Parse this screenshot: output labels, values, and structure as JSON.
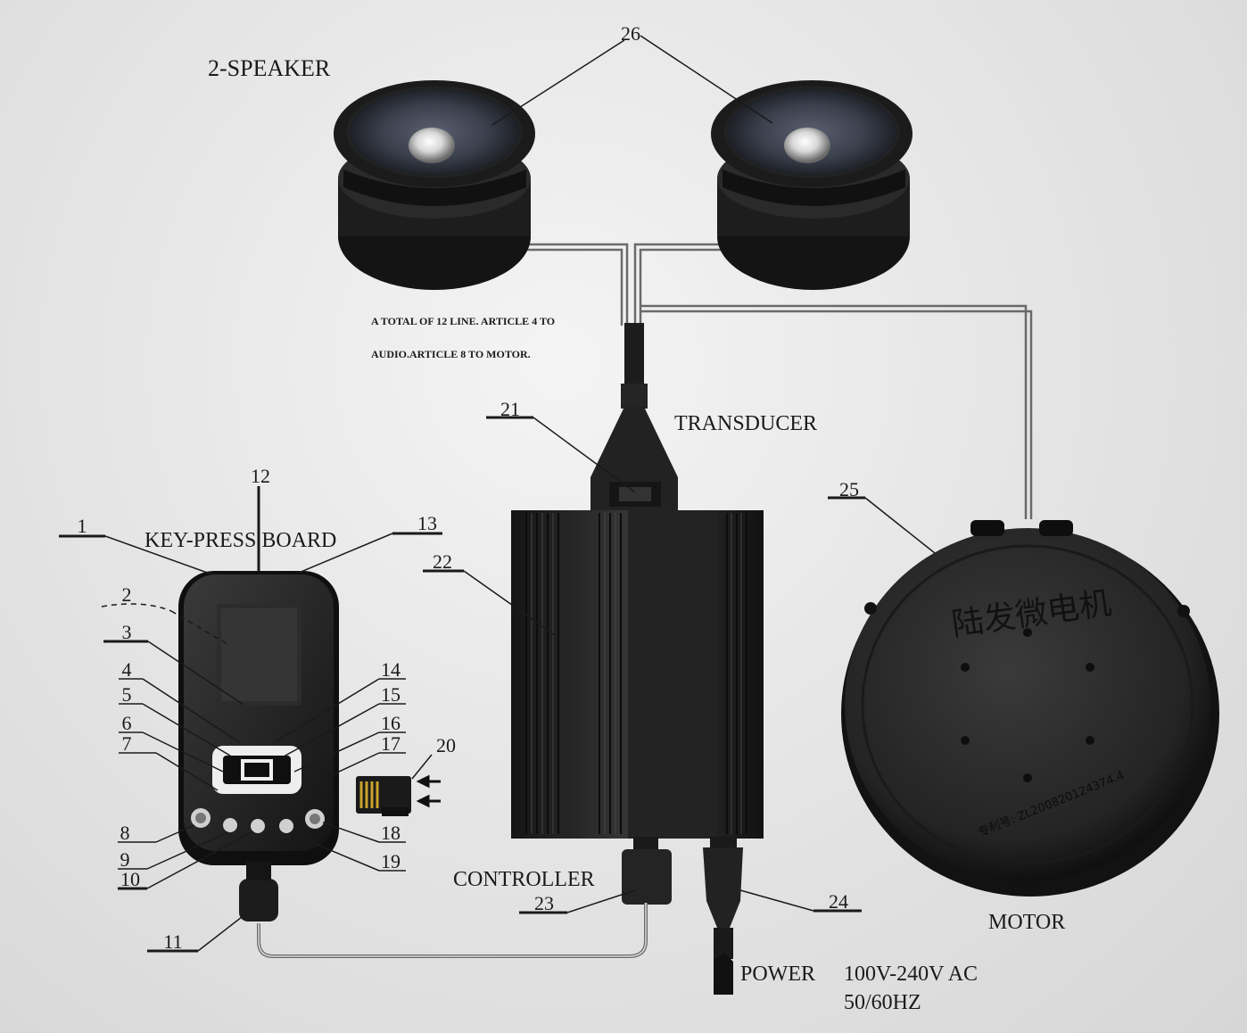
{
  "title": "2-SPEAKER",
  "labels": {
    "transducer": "TRANSDUCER",
    "key_press_board": "KEY-PRESS BOARD",
    "controller": "CONTROLLER",
    "motor": "MOTOR",
    "power": "POWER",
    "voltage": "100V-240V AC",
    "frequency": "50/60HZ"
  },
  "wiring_note": {
    "line1": "A TOTAL OF 12 LINE. ARTICLE 4 TO",
    "line2": "AUDIO.ARTICLE 8 TO MOTOR."
  },
  "motor_text": {
    "chinese": "陆发微电机",
    "patent": "专利号: ZL200820124374.4"
  },
  "callouts": {
    "n1": "1",
    "n2": "2",
    "n3": "3",
    "n4": "4",
    "n5": "5",
    "n6": "6",
    "n7": "7",
    "n8": "8",
    "n9": "9",
    "n10": "10",
    "n11": "11",
    "n12": "12",
    "n13": "13",
    "n14": "14",
    "n15": "15",
    "n16": "16",
    "n17": "17",
    "n18": "18",
    "n19": "19",
    "n20": "20",
    "n21": "21",
    "n22": "22",
    "n23": "23",
    "n24": "24",
    "n25": "25",
    "n26": "26"
  },
  "colors": {
    "device": "#1e1e1e",
    "speaker_cone": "#3c4150",
    "background": "#e4e4e4"
  }
}
